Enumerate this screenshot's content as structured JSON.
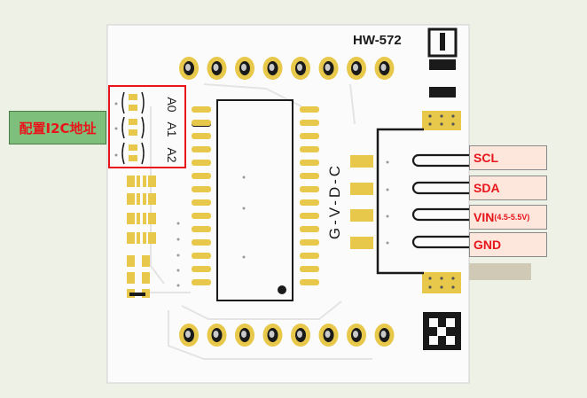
{
  "board": {
    "model": "HW-572",
    "silk_vertical": "G-V-D-C",
    "addr_pins": [
      "A0",
      "A1",
      "A2"
    ]
  },
  "callout": {
    "text": "配置I2C地址"
  },
  "pins": [
    {
      "name": "SCL",
      "note": ""
    },
    {
      "name": "SDA",
      "note": ""
    },
    {
      "name": "VIN",
      "note": "(4.5-5.5V)"
    },
    {
      "name": "GND",
      "note": ""
    }
  ],
  "colors": {
    "pcb": "#fbfbfb",
    "pad": "#e8c84a",
    "silk": "#1a1a1a",
    "callout_bg": "#7fbf7c",
    "label_text": "#e8151b",
    "highlight_box": "#e8151b"
  }
}
